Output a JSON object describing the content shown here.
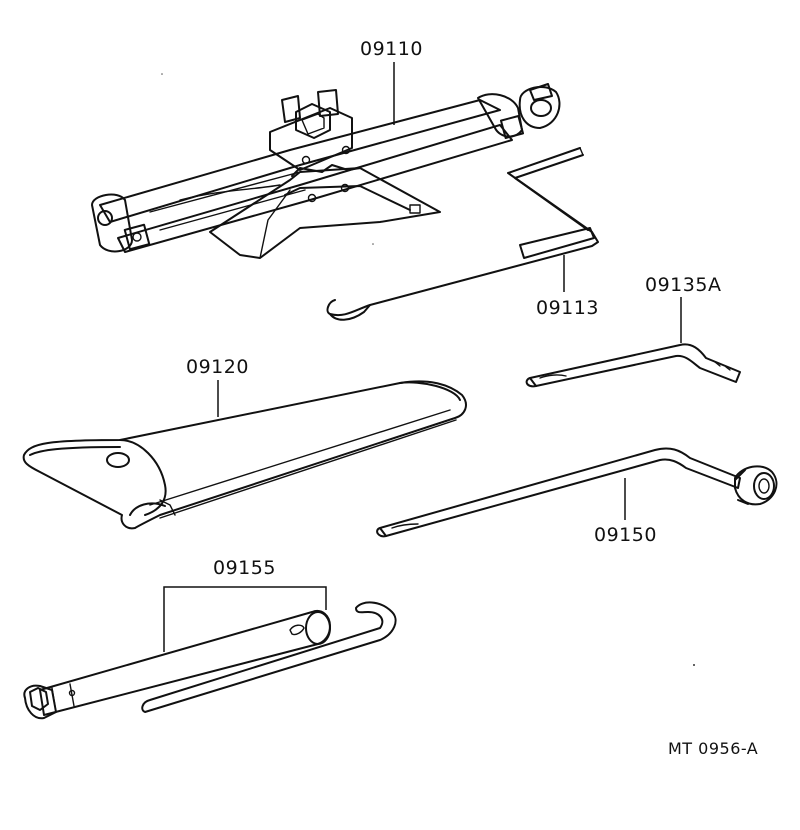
{
  "parts": [
    {
      "id": "jack",
      "part_number": "09110"
    },
    {
      "id": "jack-handle",
      "part_number": "09113"
    },
    {
      "id": "jack-handle-extension",
      "part_number": "09135A"
    },
    {
      "id": "tool-bag",
      "part_number": "09120"
    },
    {
      "id": "wheel-nut-wrench",
      "part_number": "09150"
    },
    {
      "id": "plug-wrench-set",
      "part_number": "09155"
    }
  ],
  "drawing_code": "MT  0956-A"
}
